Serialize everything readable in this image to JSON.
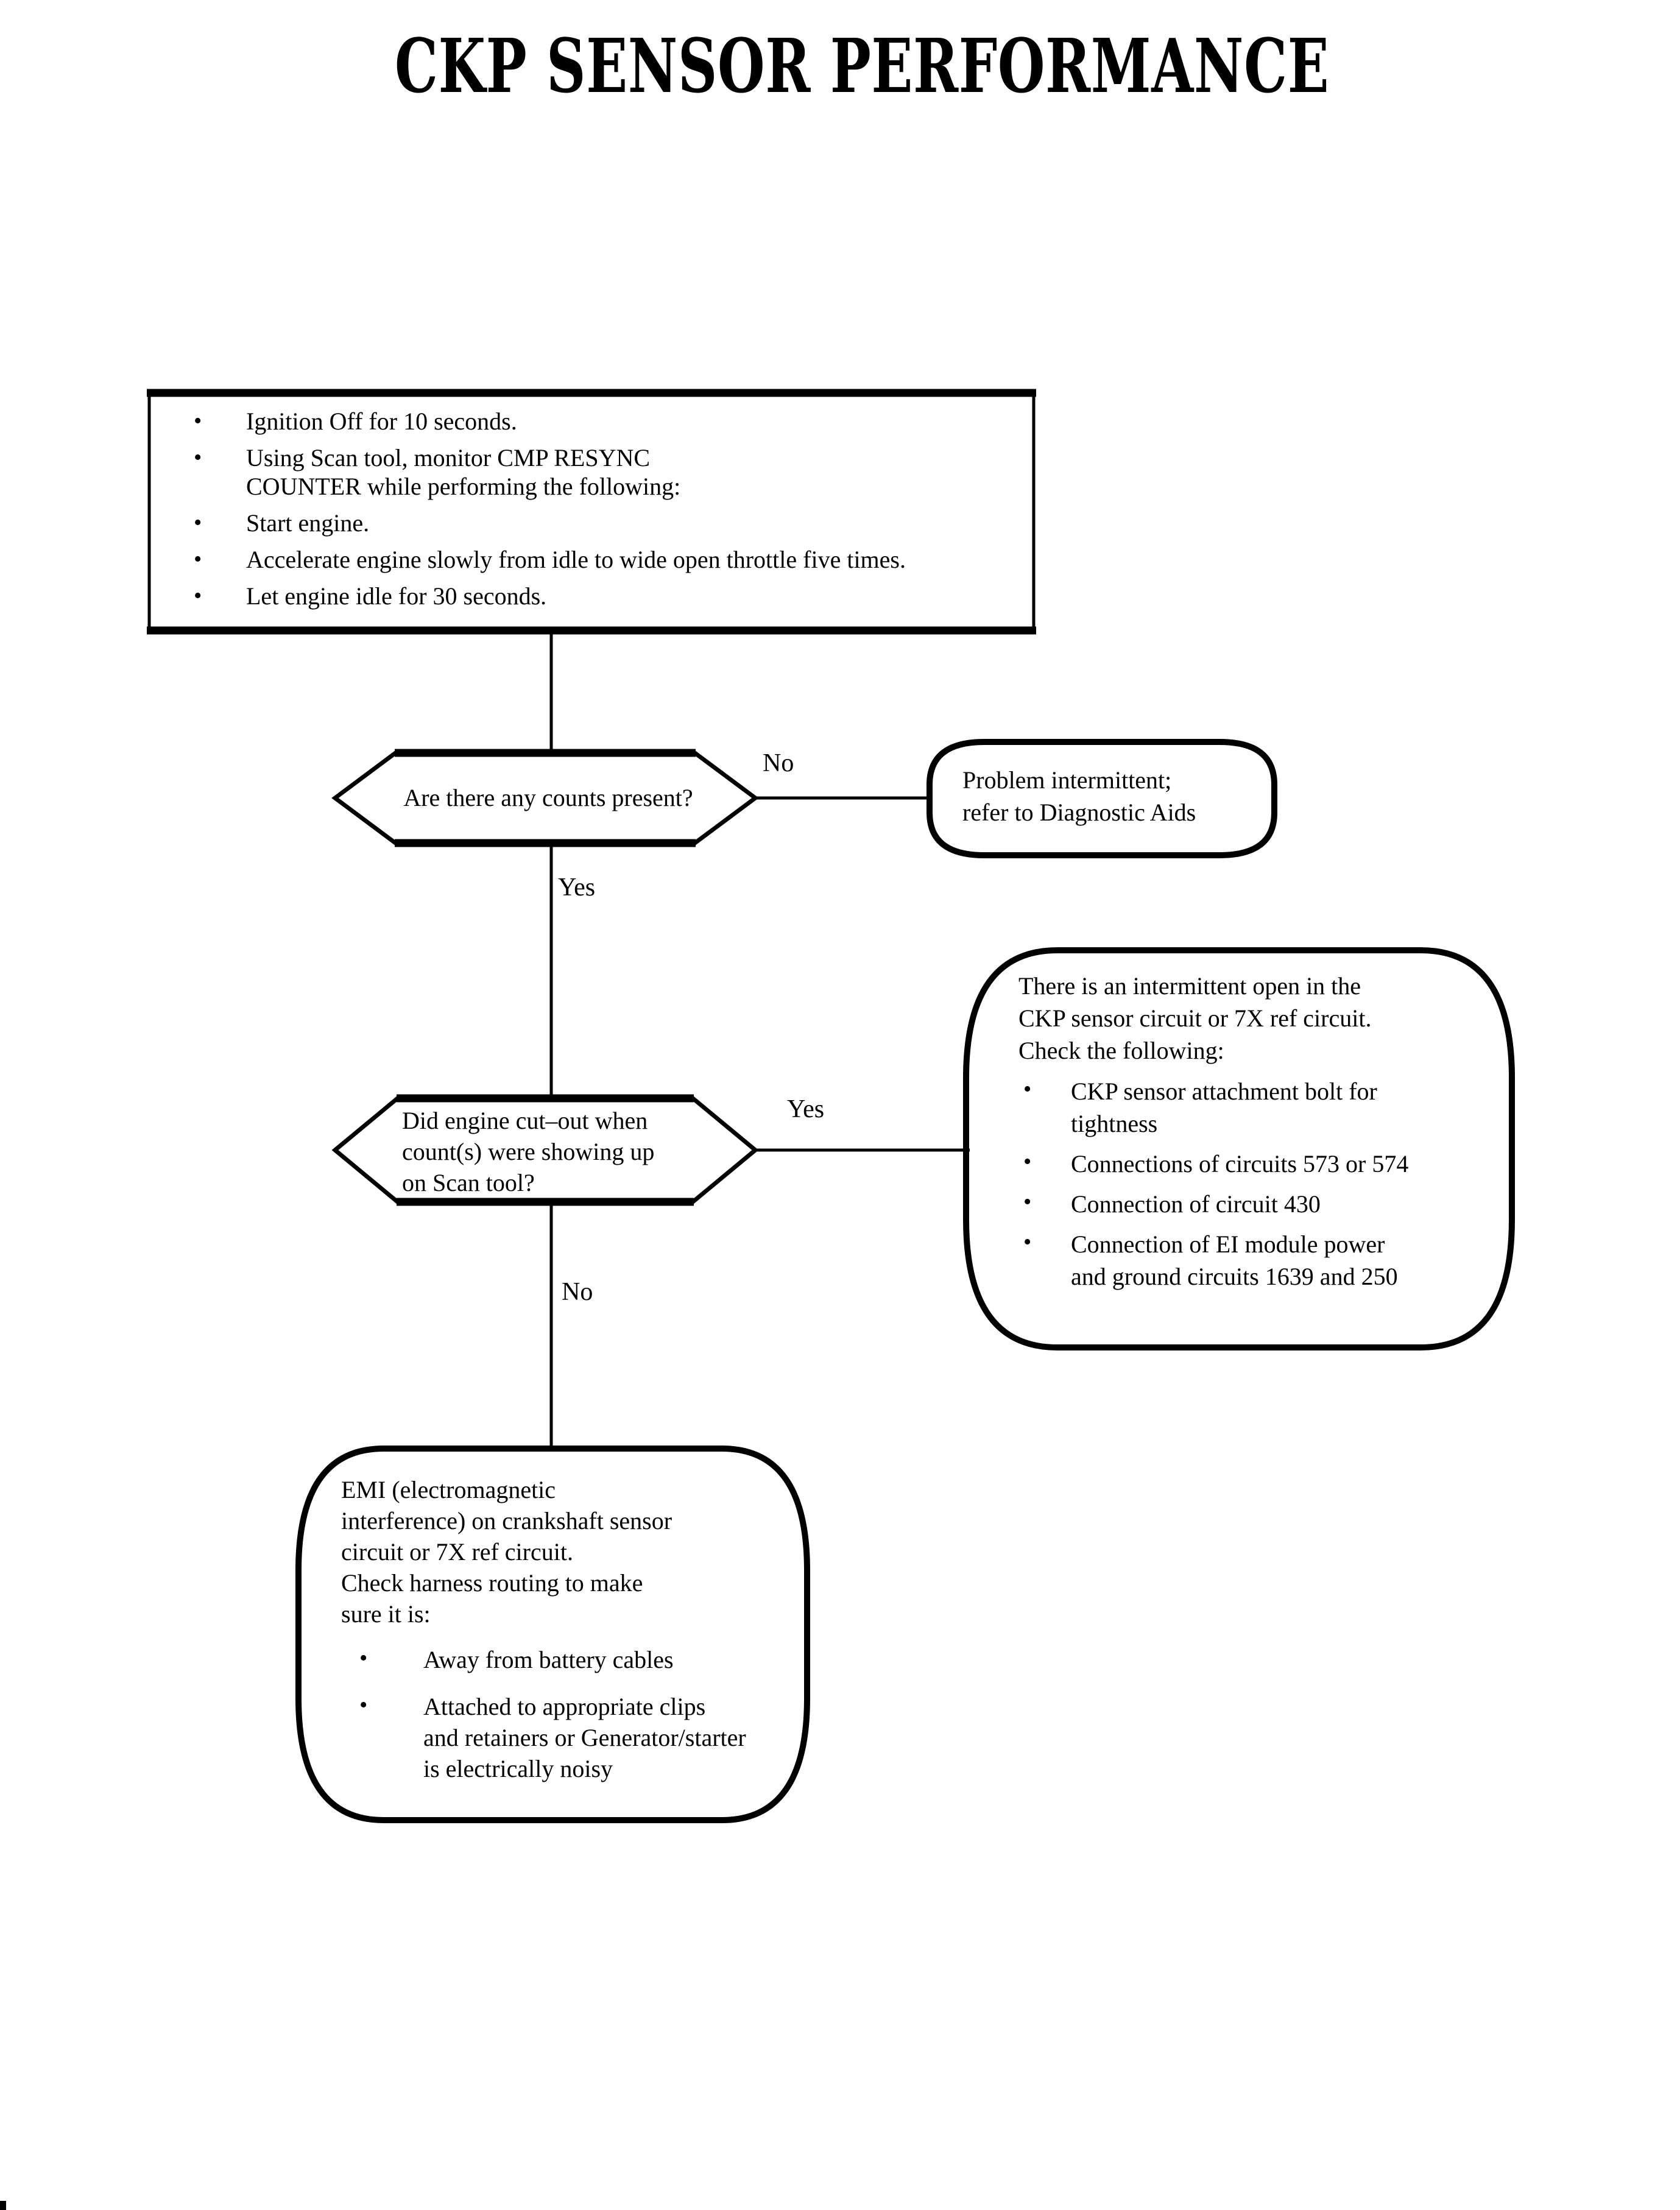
{
  "title": "CKP SENSOR PERFORMANCE",
  "bullet_glyph": "•",
  "colors": {
    "ink": "#000000",
    "paper": "#ffffff"
  },
  "step_box": {
    "items": [
      [
        "Ignition Off for 10 seconds."
      ],
      [
        "Using Scan tool, monitor CMP RESYNC",
        "COUNTER while performing the following:"
      ],
      [
        "Start engine."
      ],
      [
        "Accelerate engine slowly from idle to wide open throttle five times."
      ],
      [
        "Let engine idle for 30 seconds."
      ]
    ]
  },
  "decision1": {
    "question": "Are there any counts present?",
    "no_label": "No",
    "yes_label": "Yes"
  },
  "result_intermittent": {
    "lines": [
      "Problem intermittent;",
      "refer to Diagnostic Aids"
    ]
  },
  "decision2": {
    "lines": [
      "Did engine cut–out when",
      "count(s) were showing up",
      "on Scan tool?"
    ],
    "yes_label": "Yes",
    "no_label": "No"
  },
  "result_open": {
    "intro": [
      "There is an intermittent open in the",
      "CKP sensor circuit or 7X ref circuit.",
      "Check the following:"
    ],
    "bullets": [
      [
        "CKP sensor attachment bolt for",
        "tightness"
      ],
      [
        "Connections of circuits 573 or 574"
      ],
      [
        "Connection of circuit 430"
      ],
      [
        "Connection of EI module power",
        "and ground circuits 1639 and 250"
      ]
    ]
  },
  "result_emi": {
    "intro": [
      "EMI (electromagnetic",
      "interference) on crankshaft sensor",
      "circuit or 7X ref circuit.",
      "Check harness routing to make",
      "sure it is:"
    ],
    "bullets": [
      [
        "Away from battery cables"
      ],
      [
        "Attached to appropriate clips",
        "and retainers or Generator/starter",
        "is electrically noisy"
      ]
    ]
  }
}
